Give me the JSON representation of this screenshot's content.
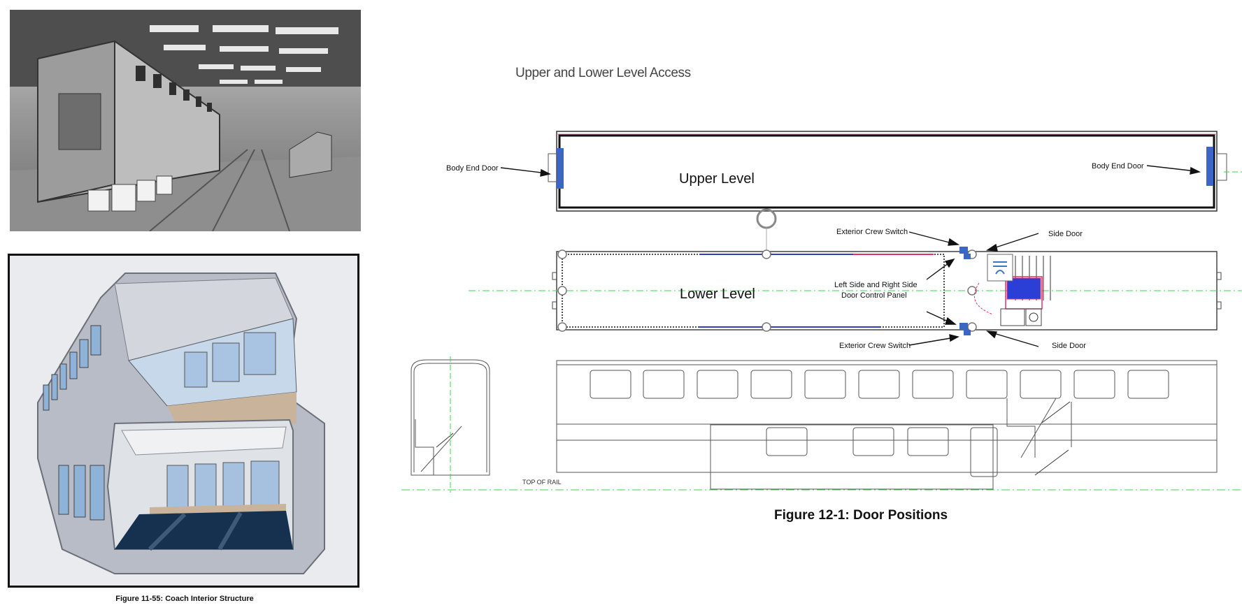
{
  "figures": {
    "left_caption": "Figure 11-55: Coach Interior Structure",
    "right_caption": "Figure 12-1: Door Positions",
    "diagram_title": "Upper and Lower Level Access"
  },
  "diagram": {
    "upper_level": "Upper Level",
    "lower_level": "Lower Level",
    "body_end_door_left": "Body End Door",
    "body_end_door_right": "Body End Door",
    "exterior_crew_switch_top": "Exterior Crew Switch",
    "exterior_crew_switch_bottom": "Exterior Crew Switch",
    "side_door_top": "Side Door",
    "side_door_bottom": "Side Door",
    "door_control_panel_line1": "Left Side and Right Side",
    "door_control_panel_line2": "Door Control Panel",
    "top_of_rail": "TOP OF RAIL"
  },
  "colors": {
    "door_blue": "#3a66c4",
    "guide_green": "#38d84a",
    "accent_magenta": "#e0306a"
  }
}
